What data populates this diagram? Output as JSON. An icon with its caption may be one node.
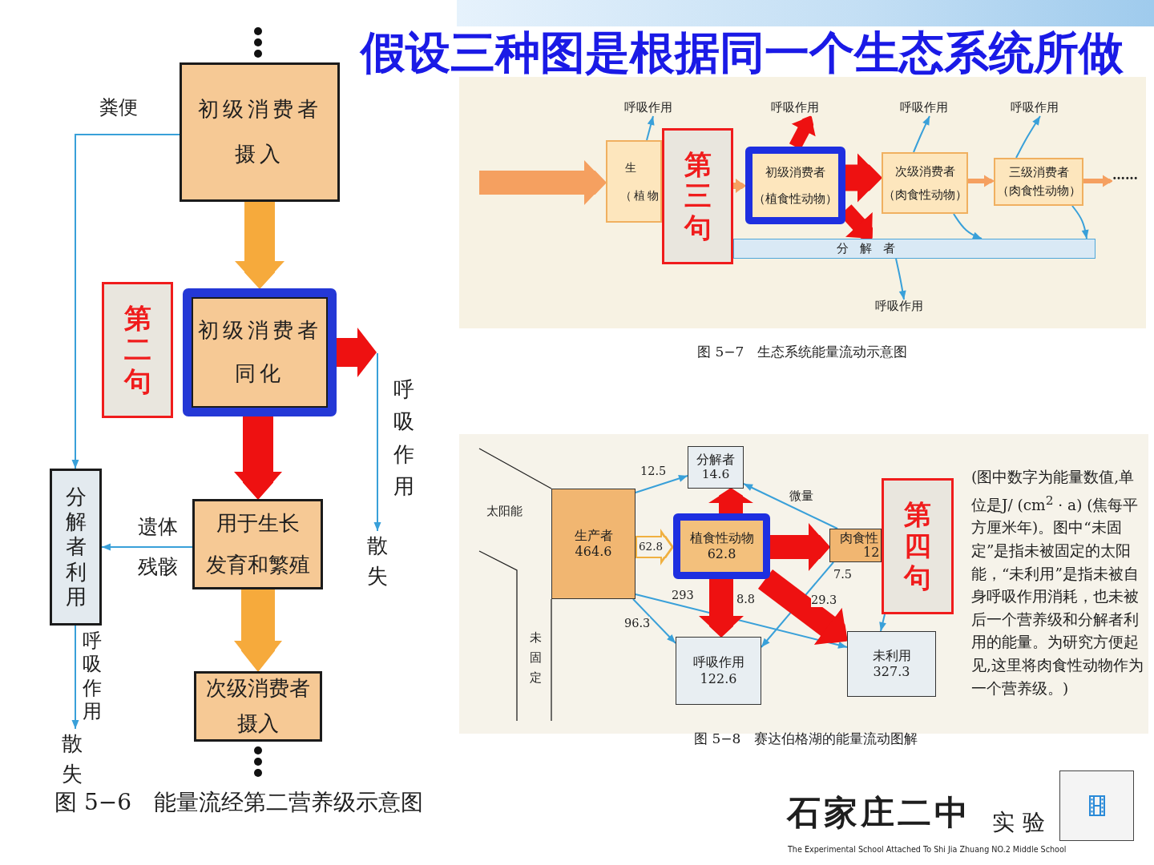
{
  "diagram": {
    "title": "假设三种图是根据同一个生态系统所做",
    "nodes": [
      {
        "text": [
          "初级消费者",
          "摄入"
        ]
      },
      {
        "text": [
          "初级消费者",
          "同化"
        ]
      },
      {
        "text": [
          "分解者利用"
        ]
      },
      {
        "text": [
          "用于生长",
          "发育和繁殖"
        ]
      },
      {
        "text": [
          "散失"
        ]
      },
      {
        "text": [
          "次级消费者",
          "摄入"
        ]
      },
      {
        "text": [
          "散失"
        ]
      },
      {
        "text": [
          "呼吸作用"
        ]
      },
      {
        "text": [
          "呼吸作用"
        ]
      },
      {
        "text": [
          "呼吸作用"
        ]
      },
      {
        "text": [
          "呼吸作用"
        ]
      },
      {
        "text": [
          "生",
          "（植物"
        ]
      },
      {
        "text": [
          "初级消费者",
          "（植食性动物）"
        ]
      },
      {
        "text": [
          "次级消费者",
          "（肉食性动物）"
        ]
      },
      {
        "text": [
          "三级消费者",
          "（肉食性动物）"
        ]
      },
      {
        "text": [
          "……"
        ]
      },
      {
        "text": [
          "分解者"
        ]
      },
      {
        "text": [
          "呼吸作用"
        ]
      },
      {
        "text": [
          "分解者",
          "14.6"
        ]
      },
      {
        "text": [
          "生产者",
          "464.6"
        ]
      },
      {
        "text": [
          "植食性动物",
          "62.8"
        ]
      },
      {
        "text": [
          "肉食性",
          "12"
        ]
      },
      {
        "text": [
          "呼吸作用",
          "122.6"
        ]
      },
      {
        "text": [
          "未利用",
          "327.3"
        ]
      },
      {
        "text": [
          "第二句"
        ]
      },
      {
        "text": [
          "第三句"
        ]
      },
      {
        "text": [
          "第四句"
        ]
      }
    ],
    "edges": [
      {
        "from": 0,
        "to": 1,
        "arrow": "to",
        "style": "thick",
        "color": "#f6aa3c"
      },
      {
        "from": 1,
        "to": 3,
        "arrow": "to",
        "style": "thick",
        "color": "#ee1111"
      },
      {
        "from": 0,
        "to": 2,
        "arrow": "to",
        "label": "粪便"
      },
      {
        "from": null,
        "to": 4,
        "arrow": "to",
        "label": "呼吸作用"
      },
      {
        "from": 3,
        "to": 2,
        "arrow": "to",
        "label": "遗体残骸"
      },
      {
        "from": 3,
        "to": 5,
        "arrow": "to",
        "style": "thick",
        "color": "#f6aa3c"
      },
      {
        "from": 2,
        "to": 6,
        "arrow": "to",
        "label": "呼吸作用"
      },
      {
        "from": null,
        "to": 11,
        "arrow": "to",
        "style": "thick",
        "color": "#f5a060"
      },
      {
        "from": 11,
        "to": 7,
        "arrow": "to"
      },
      {
        "from": 25,
        "to": 12,
        "arrow": "to",
        "style": "thick",
        "color": "#f5a060"
      },
      {
        "from": 12,
        "to": 8,
        "arrow": "to",
        "style": "thick",
        "color": "#ee1111"
      },
      {
        "from": 12,
        "to": 13,
        "arrow": "to",
        "style": "thick",
        "color": "#ee1111"
      },
      {
        "from": 13,
        "to": 14,
        "arrow": "to",
        "style": "thick",
        "color": "#f5a060"
      },
      {
        "from": 14,
        "to": 15,
        "arrow": "to",
        "style": "thick",
        "color": "#f5a060"
      },
      {
        "from": 13,
        "to": 9,
        "arrow": "to"
      },
      {
        "from": 14,
        "to": 10,
        "arrow": "to"
      },
      {
        "from": 12,
        "to": 16,
        "arrow": "to",
        "style": "thick",
        "color": "#ee1111"
      },
      {
        "from": 13,
        "to": 16,
        "arrow": "to"
      },
      {
        "from": 14,
        "to": 16,
        "arrow": "to"
      },
      {
        "from": 16,
        "to": 17,
        "arrow": "to"
      },
      {
        "from": 19,
        "to": 18,
        "arrow": "to",
        "label": "12.5"
      },
      {
        "from": 21,
        "to": 18,
        "arrow": "to",
        "label": "微量"
      },
      {
        "from": 20,
        "to": 18,
        "arrow": "to",
        "style": "thick",
        "color": "#ee1111"
      },
      {
        "from": 19,
        "to": 20,
        "arrow": "to",
        "label": "62.8",
        "style": "thick",
        "color": "#f0b040"
      },
      {
        "from": 20,
        "to": 21,
        "arrow": "to",
        "style": "thick",
        "color": "#ee1111"
      },
      {
        "from": 19,
        "to": 22,
        "arrow": "to",
        "label": "96.3"
      },
      {
        "from": 19,
        "to": 23,
        "arrow": "to",
        "label": "293"
      },
      {
        "from": 20,
        "to": 22,
        "arrow": "to",
        "label": "8.8",
        "style": "thick",
        "color": "#ee1111"
      },
      {
        "from": 20,
        "to": 23,
        "arrow": "to",
        "label": "29.3",
        "style": "thick",
        "color": "#ee1111"
      },
      {
        "from": 21,
        "to": 22,
        "arrow": "to",
        "label": "7.5"
      },
      {
        "from": 26,
        "to": 23,
        "arrow": "to"
      }
    ],
    "labels": [
      "太阳能",
      "未固定",
      "(图中数字为能量数值,单位是J/ (cm$^{2}$ · a) (焦每平方厘米年)。图中“未固定”是指未被固定的太阳能，“未利用”是指未被自身呼吸作用消耗，也未被后一个营养级和分解者利用的能量。为研究方便起见,这里将肉食性动物作为一个营养级。)",
      "图 5−6　能量流经第二营养级示意图",
      "图 5−7　生态系统能量流动示意图",
      "图 5−8　赛达伯格湖的能量流动图解",
      "石家庄二中",
      "实验",
      "The Experimental School Attached To Shi Jia Zhuang NO.2 Middle School"
    ]
  }
}
